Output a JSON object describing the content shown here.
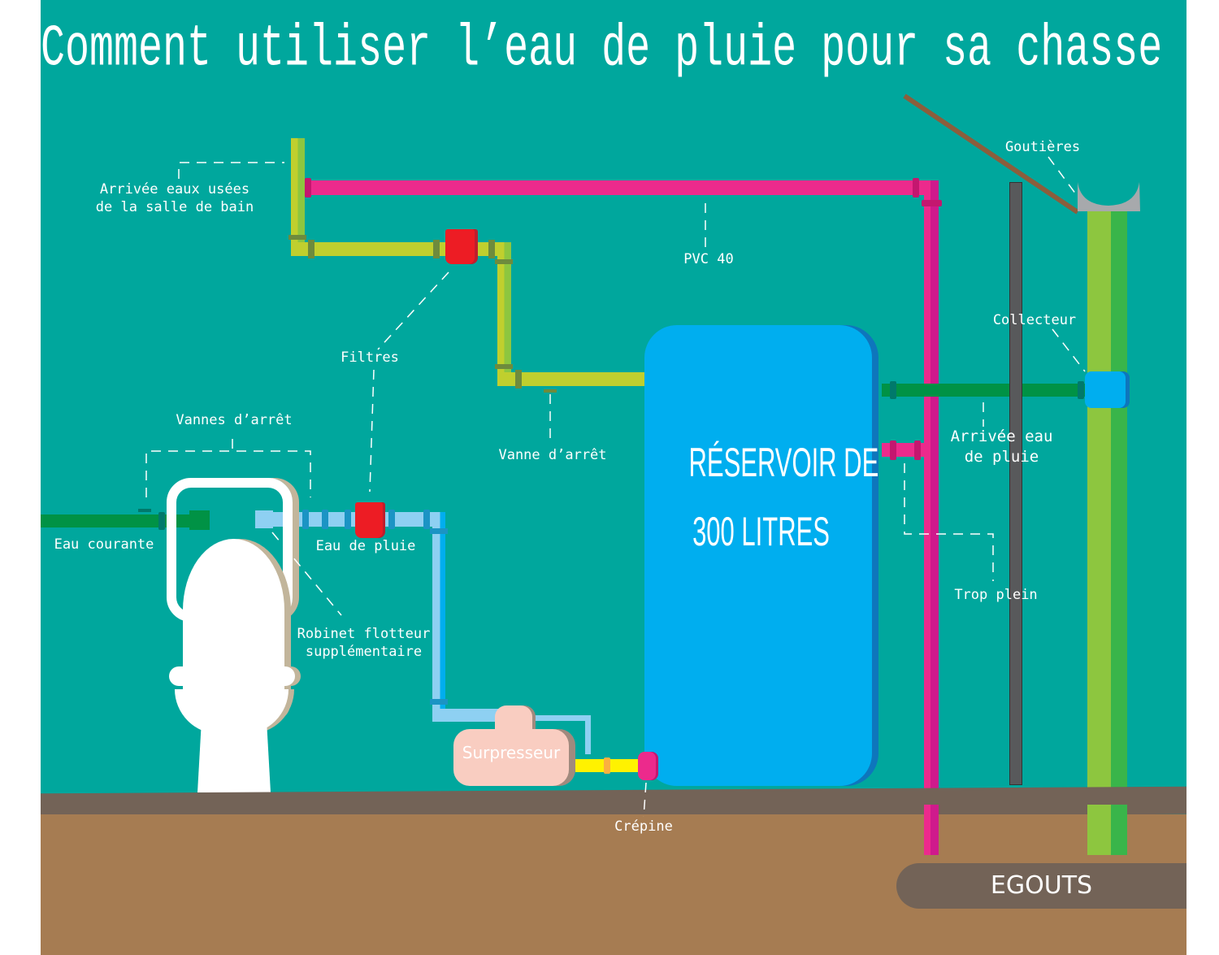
{
  "title": "Comment utiliser l’eau de pluie pour sa chasse d’eau ?",
  "labels": {
    "arrivee_eaux_usees_1": "Arrivée eaux usées",
    "arrivee_eaux_usees_2": "de la salle de bain",
    "pvc": "PVC 40",
    "goutieres": "Goutières",
    "collecteur": "Collecteur",
    "filtres": "Filtres",
    "vannes_arret": "Vannes d’arrêt",
    "vanne_arret": "Vanne d’arrêt",
    "arrivee_eau_pluie_1": "Arrivée eau",
    "arrivee_eau_pluie_2": "de pluie",
    "eau_courante": "Eau courante",
    "eau_de_pluie": "Eau de pluie",
    "robinet_1": "Robinet flotteur",
    "robinet_2": "supplémentaire",
    "trop_plein": "Trop plein",
    "surpresseur": "Surpresseur",
    "crepine": "Crépine",
    "egouts": "EGOUTS"
  },
  "reservoir": {
    "line1": "RÉSERVOIR DE",
    "line2": "300 LITRES"
  },
  "colors": {
    "background": "#00A79D",
    "wastewater_pipe": "#C0CF2E",
    "pvc_pipe": "#EC2A8C",
    "rainwater_pipe": "#8ED0F2",
    "tap_water_pipe": "#009245",
    "reservoir": "#00AEEF",
    "filter": "#ED1C24",
    "ground": "#A67C52"
  }
}
